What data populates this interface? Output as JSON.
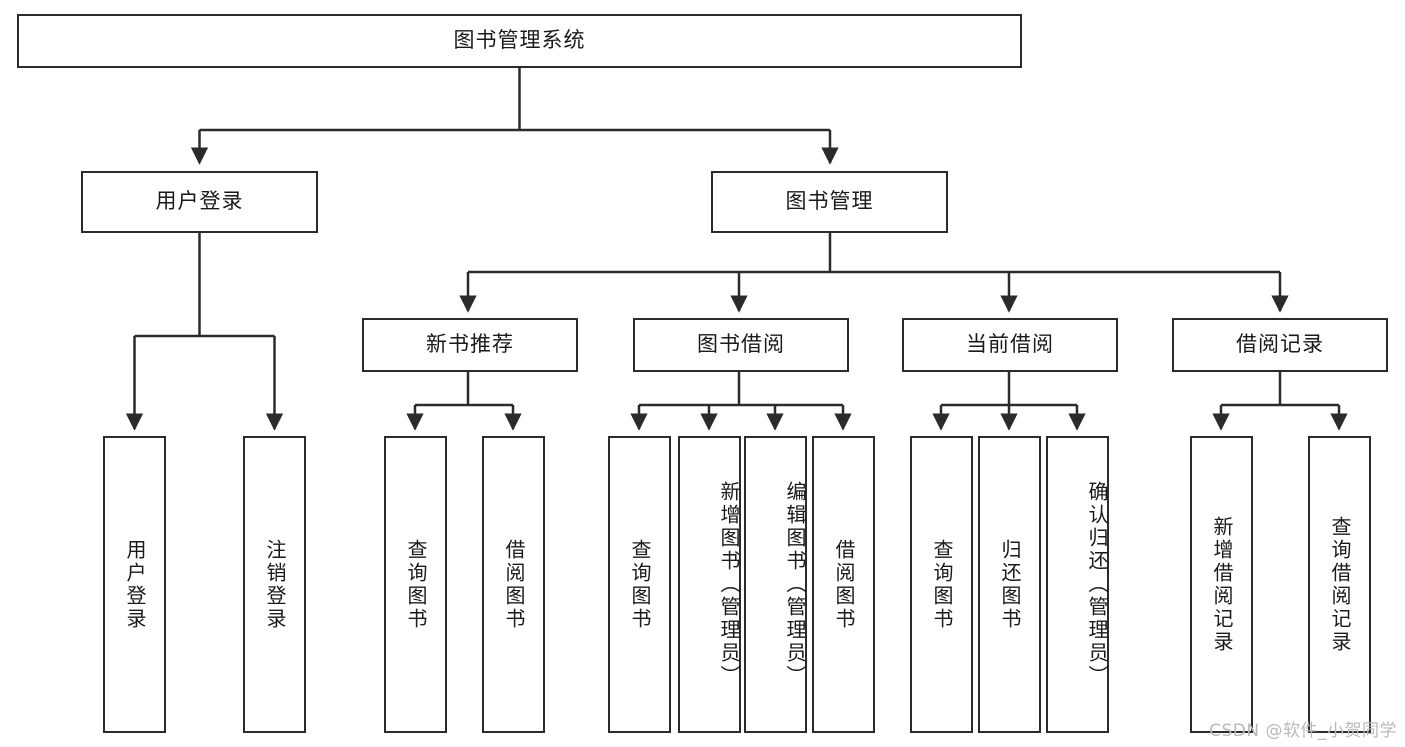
{
  "diagram": {
    "title": "图书管理系统",
    "type": "hierarchy-tree",
    "root": {
      "label": "图书管理系统"
    },
    "level2": [
      {
        "id": "user-login",
        "label": "用户登录"
      },
      {
        "id": "book-manage",
        "label": "图书管理"
      }
    ],
    "level3": [
      {
        "id": "new-book-recommend",
        "label": "新书推荐"
      },
      {
        "id": "book-borrow",
        "label": "图书借阅"
      },
      {
        "id": "current-borrow",
        "label": "当前借阅"
      },
      {
        "id": "borrow-record",
        "label": "借阅记录"
      }
    ],
    "leaves": {
      "user-login": [
        {
          "id": "leaf-user-login",
          "label": "用户登录"
        },
        {
          "id": "leaf-logout-login",
          "label": "注销登录"
        }
      ],
      "new-book-recommend": [
        {
          "id": "leaf-query-book-1",
          "label": "查询图书"
        },
        {
          "id": "leaf-borrow-book-1",
          "label": "借阅图书"
        }
      ],
      "book-borrow": [
        {
          "id": "leaf-query-book-2",
          "label": "查询图书"
        },
        {
          "id": "leaf-add-book",
          "label": "新增图书（管理员）"
        },
        {
          "id": "leaf-edit-book",
          "label": "编辑图书（管理员）"
        },
        {
          "id": "leaf-borrow-book-2",
          "label": "借阅图书"
        }
      ],
      "current-borrow": [
        {
          "id": "leaf-query-book-3",
          "label": "查询图书"
        },
        {
          "id": "leaf-return-book",
          "label": "归还图书"
        },
        {
          "id": "leaf-confirm-return",
          "label": "确认归还（管理员）"
        }
      ],
      "borrow-record": [
        {
          "id": "leaf-add-record",
          "label": "新增借阅记录"
        },
        {
          "id": "leaf-query-record",
          "label": "查询借阅记录"
        }
      ]
    },
    "watermark": "CSDN @软件_小贺同学",
    "colors": {
      "stroke": "#2b2b2b",
      "fill": "#ffffff",
      "text": "#1a1a1a",
      "watermark": "#b9b9b9"
    }
  }
}
